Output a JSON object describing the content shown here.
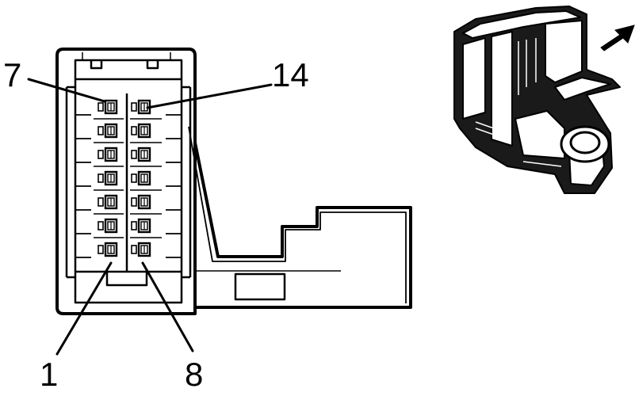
{
  "diagram": {
    "pin_callouts": [
      {
        "label": "7"
      },
      {
        "label": "14"
      },
      {
        "label": "1"
      },
      {
        "label": "8"
      }
    ],
    "colors": {
      "line": "#000000",
      "background": "#ffffff",
      "iso_dark": "#1a1a1a",
      "iso_light": "#ffffff"
    },
    "icons": {
      "direction": "arrow-icon",
      "connector": "connector-face-view",
      "isometric": "connector-isometric-view"
    }
  }
}
